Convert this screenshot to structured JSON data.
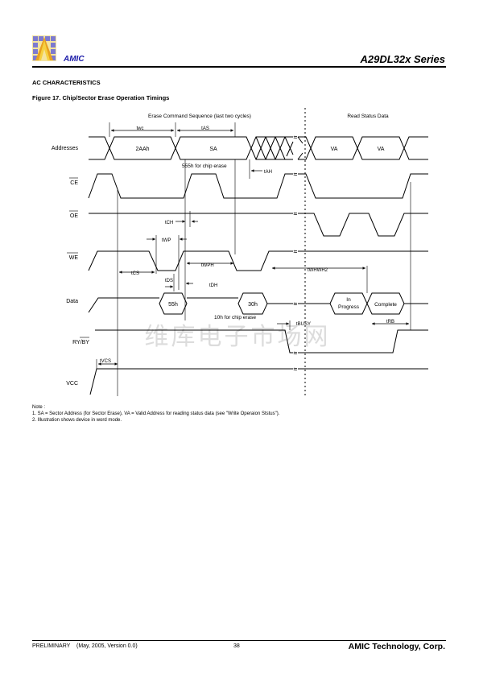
{
  "header": {
    "brand": "AMIC",
    "series": "A29DL32x Series"
  },
  "section_title": "AC CHARACTERISTICS",
  "figure_title": "Figure 17. Chip/Sector Erase Operation Timings",
  "diagram": {
    "phase_left": "Erase Command Sequence (last two cycles)",
    "phase_right": "Read Status Data",
    "signals": [
      "Addresses",
      "CE",
      "OE",
      "WE",
      "Data",
      "RY/BY",
      "VCC"
    ],
    "address_values": [
      "2AAh",
      "SA",
      "VA",
      "VA"
    ],
    "address_note": "555h for chip erase",
    "data_values": [
      "55h",
      "30h",
      "In",
      "Progress",
      "Complete"
    ],
    "data_note": "10h for chip erase",
    "timing": {
      "twc": "twc",
      "tas": "tAS",
      "tah": "tAH",
      "tch": "tCH",
      "twp": "tWP",
      "twph": "tWPH",
      "tcs": "tCS",
      "tds": "tDS",
      "tdh": "tDH",
      "twhwh2": "tWHWH2",
      "tbusy": "tBUSY",
      "trb": "tRB",
      "tvcs": "tVCS"
    },
    "break_mark": "≈",
    "watermark": "维库电子市场网"
  },
  "notes": {
    "heading": "Note :",
    "items": [
      "1. SA = Sector Address (for Sector Erase), VA = Valid Address for reading status data  (see \"Write Operaion Ststus\").",
      "2. Illustration shows device in word mode."
    ]
  },
  "footer": {
    "left": "PRELIMINARY    (May, 2005, Version 0.0)",
    "page": "38",
    "right": "AMIC Technology, Corp."
  }
}
